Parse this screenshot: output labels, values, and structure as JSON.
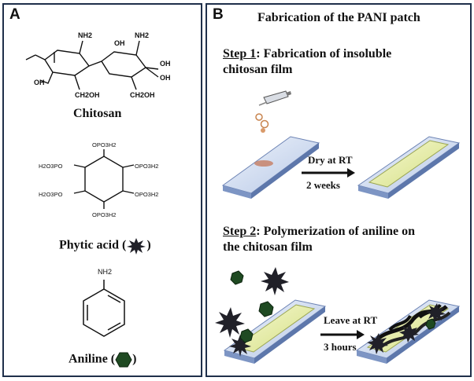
{
  "panel_a": {
    "label": "A",
    "chitosan": {
      "name": "Chitosan",
      "groups": {
        "nh2_1": "NH2",
        "nh2_2": "NH2",
        "oh_1": "OH",
        "oh_2": "OH",
        "oh_3": "OH",
        "oh_4": "OH",
        "ch2oh_1": "CH2OH",
        "ch2oh_2": "CH2OH"
      }
    },
    "phytic": {
      "name": "Phytic acid (",
      "name_close": ")",
      "groups": {
        "top": "OPO3H2",
        "ul": "H2O3PO",
        "ur": "OPO3H2",
        "ll": "H2O3PO",
        "lr": "OPO3H2",
        "bottom": "OPO3H2"
      }
    },
    "aniline": {
      "name": "Aniline (",
      "name_close": ")",
      "nh2": "NH2"
    }
  },
  "panel_b": {
    "label": "B",
    "title": "Fabrication of the PANI patch",
    "step1": {
      "heading": "Step 1",
      "text_1": ": Fabrication of insoluble",
      "text_2": "chitosan film",
      "arrow_top": "Dry at RT",
      "arrow_bottom": "2 weeks"
    },
    "step2": {
      "heading": "Step 2",
      "text_1": ": Polymerization of aniline on",
      "text_2": "the chitosan film",
      "arrow_top": "Leave at RT",
      "arrow_bottom": "3 hours"
    }
  },
  "colors": {
    "border": "#1f2f4a",
    "slide_top": "#d6e2f4",
    "slide_side": "#7d95c4",
    "film": "#e7efa8",
    "star": "#202028",
    "hexagon": "#1f4a22"
  }
}
